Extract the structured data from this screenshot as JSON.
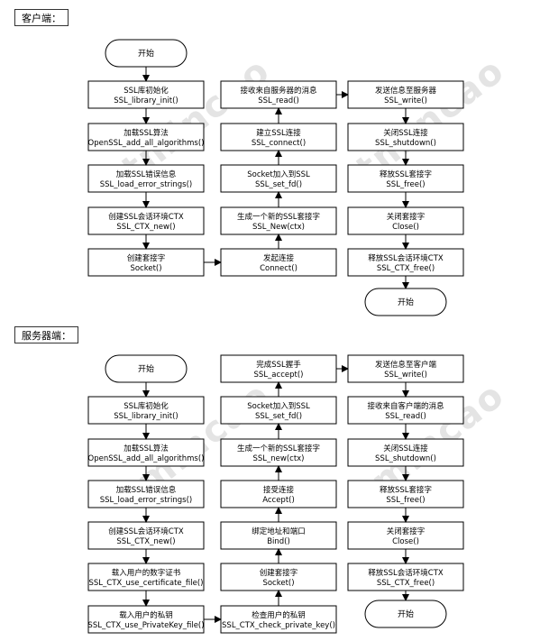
{
  "sections": {
    "client_label": "客户端：",
    "server_label": "服务器端："
  },
  "watermark": "tmincao",
  "client": {
    "start": "开始",
    "end": "开始",
    "steps": [
      {
        "cn": "SSL库初始化",
        "en": "SSL_library_init()"
      },
      {
        "cn": "加载SSL算法",
        "en": "OpenSSL_add_all_algorithms()"
      },
      {
        "cn": "加载SSL错误信息",
        "en": "SSL_load_error_strings()"
      },
      {
        "cn": "创建SSL会话环境CTX",
        "en": "SSL_CTX_new()"
      },
      {
        "cn": "创建套接字",
        "en": "Socket()"
      },
      {
        "cn": "发起连接",
        "en": "Connect()"
      },
      {
        "cn": "生成一个新的SSL套接字",
        "en": "SSL_New(ctx)"
      },
      {
        "cn": "Socket加入到SSL",
        "en": "SSL_set_fd()"
      },
      {
        "cn": "建立SSL连接",
        "en": "SSL_connect()"
      },
      {
        "cn": "接收来自服务器的消息",
        "en": "SSL_read()"
      },
      {
        "cn": "发送信息至服务器",
        "en": "SSL_write()"
      },
      {
        "cn": "关闭SSL连接",
        "en": "SSL_shutdown()"
      },
      {
        "cn": "释放SSL套接字",
        "en": "SSL_free()"
      },
      {
        "cn": "关闭套接字",
        "en": "Close()"
      },
      {
        "cn": "释放SSL会话环境CTX",
        "en": "SSL_CTX_free()"
      }
    ]
  },
  "server": {
    "start": "开始",
    "end": "开始",
    "steps": [
      {
        "cn": "SSL库初始化",
        "en": "SSL_library_init()"
      },
      {
        "cn": "加载SSL算法",
        "en": "OpenSSL_add_all_algorithms()"
      },
      {
        "cn": "加载SSL错误信息",
        "en": "SSL_load_error_strings()"
      },
      {
        "cn": "创建SSL会话环境CTX",
        "en": "SSL_CTX_new()"
      },
      {
        "cn": "载入用户的数字证书",
        "en": "SSL_CTX_use_certificate_file()"
      },
      {
        "cn": "载入用户的私钥",
        "en": "SSL_CTX_use_PrivateKey_file()"
      },
      {
        "cn": "检查用户的私钥",
        "en": "SSL_CTX_check_private_key()"
      },
      {
        "cn": "创建套接字",
        "en": "Socket()"
      },
      {
        "cn": "绑定地址和端口",
        "en": "Bind()"
      },
      {
        "cn": "接受连接",
        "en": "Accept()"
      },
      {
        "cn": "生成一个新的SSL套接字",
        "en": "SSL_new(ctx)"
      },
      {
        "cn": "Socket加入到SSL",
        "en": "SSL_set_fd()"
      },
      {
        "cn": "完成SSL握手",
        "en": "SSL_accept()"
      },
      {
        "cn": "发送信息至客户端",
        "en": "SSL_write()"
      },
      {
        "cn": "接收来自客户端的消息",
        "en": "SSL_read()"
      },
      {
        "cn": "关闭SSL连接",
        "en": "SSL_shutdown()"
      },
      {
        "cn": "释放SSL套接字",
        "en": "SSL_free()"
      },
      {
        "cn": "关闭套接字",
        "en": "Close()"
      },
      {
        "cn": "释放SSL会话环境CTX",
        "en": "SSL_CTX_free()"
      }
    ]
  },
  "colors": {
    "box_fill": "#ffffff",
    "stroke": "#000000"
  }
}
